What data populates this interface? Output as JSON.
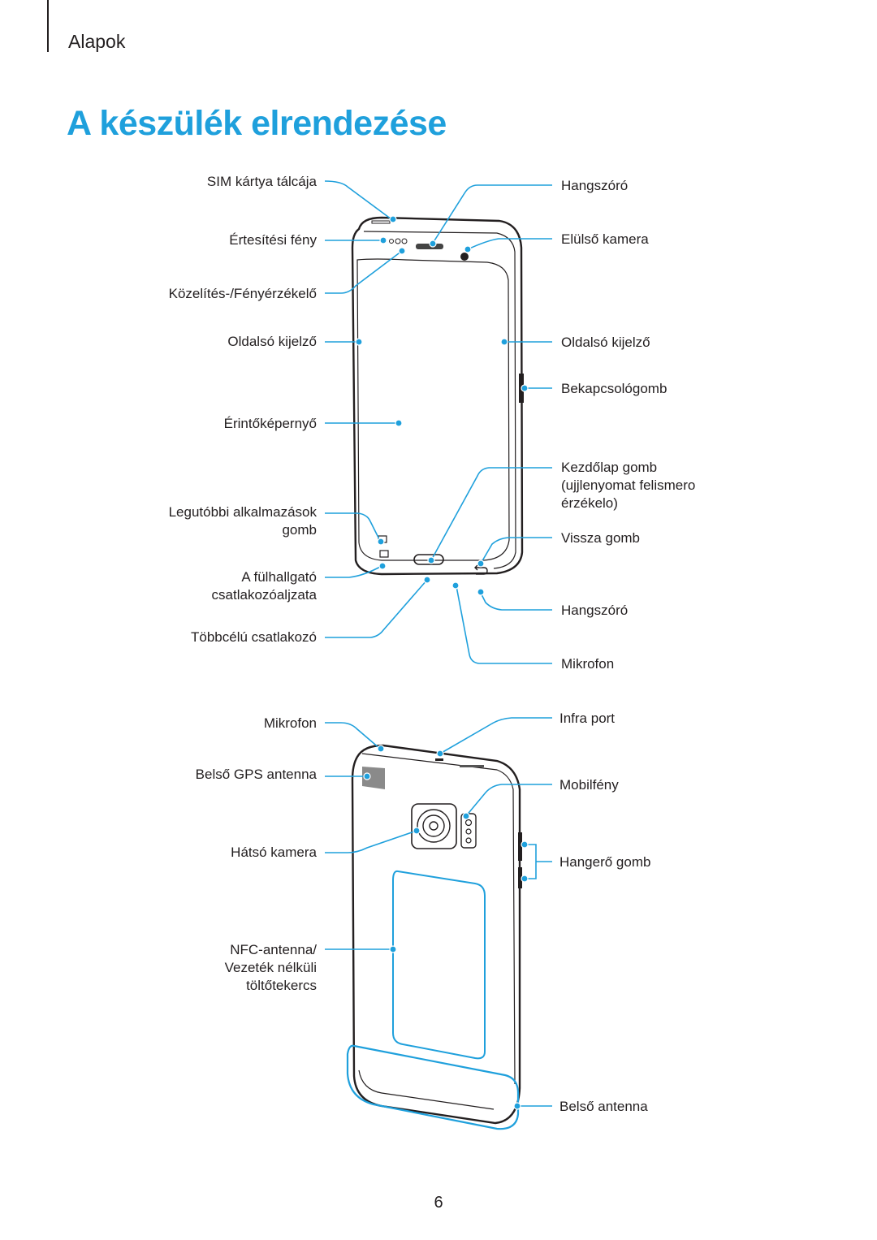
{
  "header": {
    "section": "Alapok"
  },
  "page_title": "A készülék elrendezése",
  "front_labels": {
    "sim_tray": "SIM kártya tálcája",
    "notification_light": "Értesítési fény",
    "proximity_sensor": "Közelítés-/Fényérzékelő",
    "edge_screen_left": "Oldalsó kijelző",
    "touchscreen": "Érintőképernyő",
    "recent_apps_line1": "Legutóbbi alkalmazások",
    "recent_apps_line2": "gomb",
    "headset_jack_line1": "A fülhallgató",
    "headset_jack_line2": "csatlakozóaljzata",
    "multipurpose_jack": "Többcélú csatlakozó",
    "earpiece": "Hangszóró",
    "front_camera": "Elülső kamera",
    "edge_screen_right": "Oldalsó kijelző",
    "power_key": "Bekapcsológomb",
    "home_key_line1": "Kezdőlap gomb",
    "home_key_line2": "(ujjlenyomat felismero",
    "home_key_line3": "érzékelo)",
    "back_key": "Vissza gomb",
    "speaker": "Hangszóró",
    "microphone": "Mikrofon"
  },
  "back_labels": {
    "microphone": "Mikrofon",
    "gps_antenna": "Belső GPS antenna",
    "rear_camera": "Hátsó kamera",
    "nfc_line1": "NFC-antenna/",
    "nfc_line2": "Vezeték nélküli",
    "nfc_line3": "töltőtekercs",
    "ir_blaster": "Infra port",
    "flash": "Mobilfény",
    "volume_key": "Hangerő gomb",
    "main_antenna": "Belső antenna"
  },
  "colors": {
    "accent": "#1fa0dc",
    "text": "#231f20"
  },
  "page_number": "6"
}
